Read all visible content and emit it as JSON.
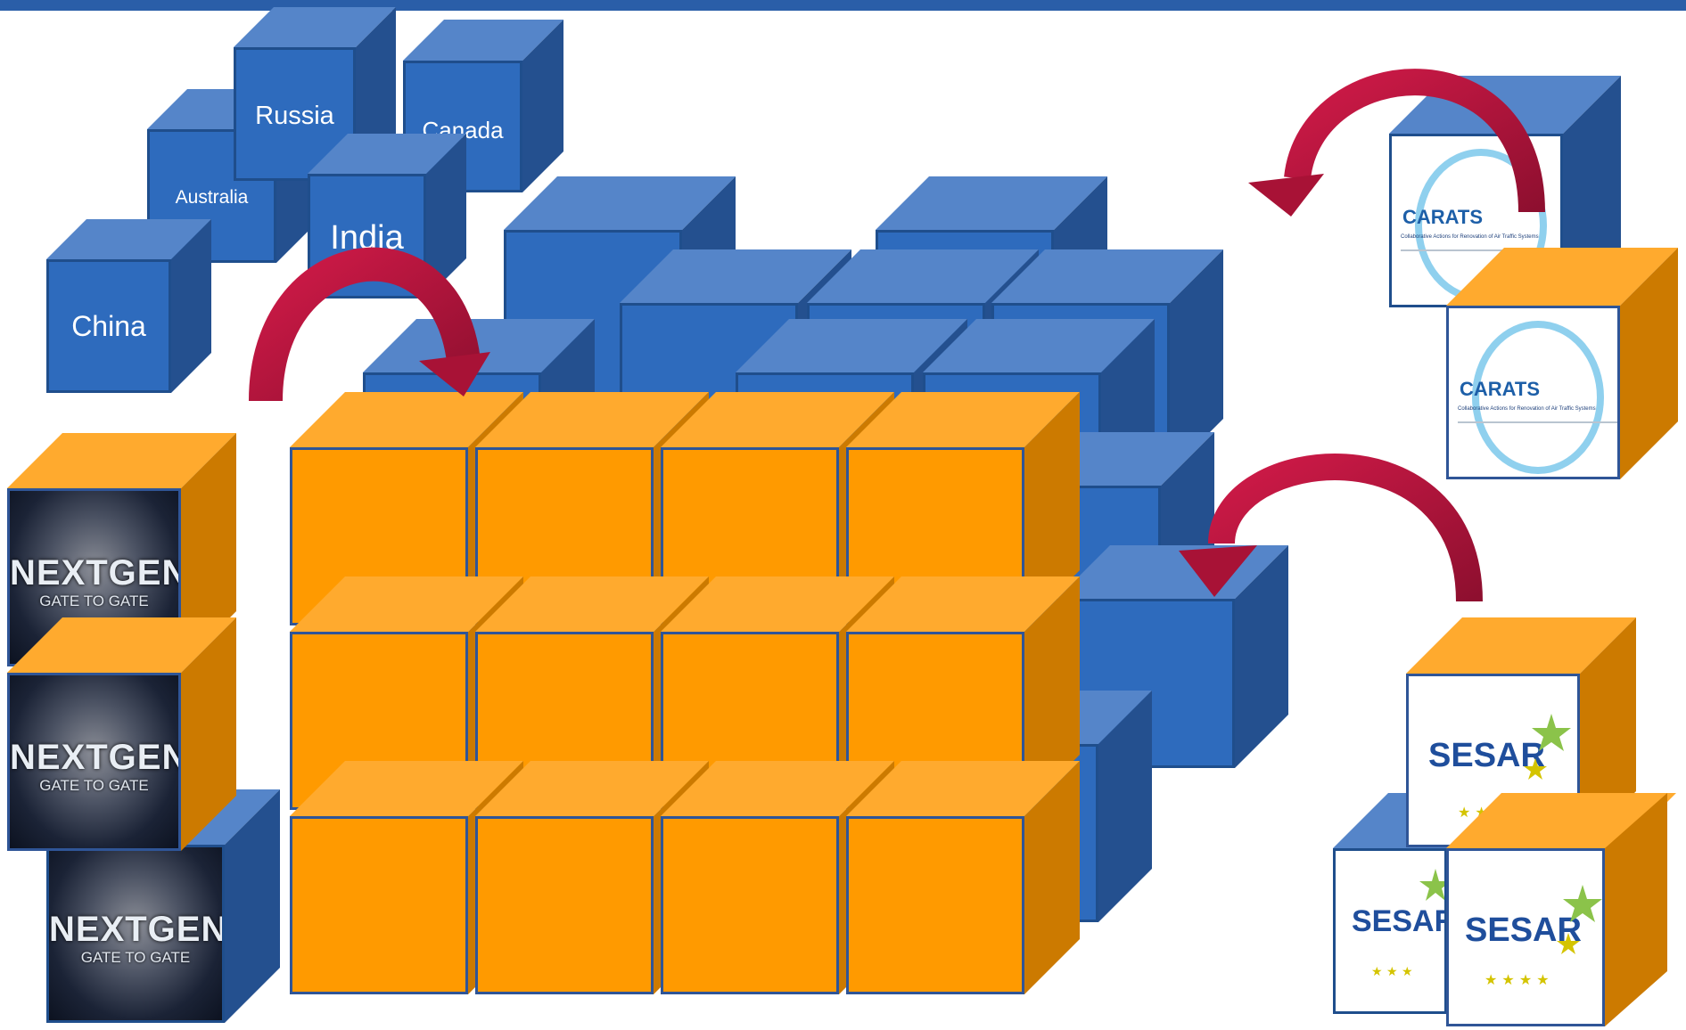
{
  "countries": {
    "russia": "Russia",
    "canada": "Canada",
    "australia": "Australia",
    "india": "India",
    "china": "China"
  },
  "logos": {
    "nextgen_title": "NEXTGEN",
    "nextgen_subtitle": "GATE TO GATE",
    "carats_brand": "CARATS",
    "carats_tagline": "Collaborative Actions for Renovation of Air Traffic Systems",
    "sesar_brand": "SESAR"
  },
  "colors": {
    "blue_front": "#2e6bbd",
    "orange_front": "#ff9a00",
    "arrow": "#b0123a",
    "top_bar": "#2a5ea8"
  }
}
